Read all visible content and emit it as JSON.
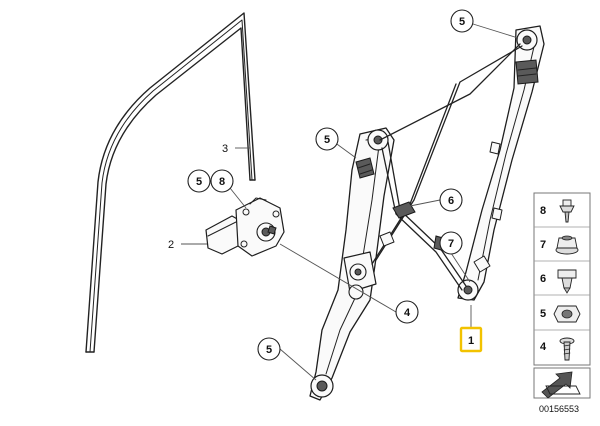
{
  "callouts": {
    "c1": "1",
    "c2": "2",
    "c3": "3",
    "c4": "4",
    "c5a": "5",
    "c5b": "5",
    "c5c": "5",
    "c5d": "5",
    "c6": "6",
    "c7": "7",
    "c8": "8"
  },
  "legend": {
    "items": [
      {
        "number": "8",
        "icon": "clip-screw-icon"
      },
      {
        "number": "7",
        "icon": "flange-nut-icon"
      },
      {
        "number": "6",
        "icon": "retaining-clip-icon"
      },
      {
        "number": "5",
        "icon": "hex-nut-icon"
      },
      {
        "number": "4",
        "icon": "screw-icon"
      }
    ],
    "arrow_icon": "assembly-arrow-icon"
  },
  "diagram_code": "00156553",
  "highlight_color": "#f2c200"
}
